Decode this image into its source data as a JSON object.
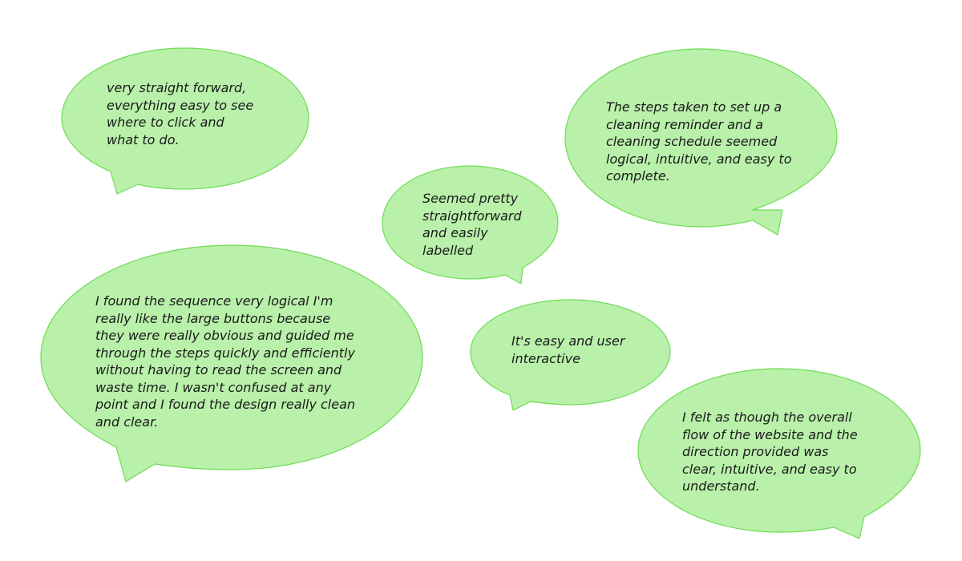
{
  "theme": {
    "bubble_fill": "#b9f0aa",
    "bubble_stroke": "#6edc55",
    "text_color": "#1a1a1a"
  },
  "bubbles": [
    {
      "text": "very straight forward,\neverything easy to see\nwhere to click and\nwhat to do."
    },
    {
      "text": "The steps taken to set up a\ncleaning reminder and a\ncleaning schedule seemed\nlogical, intuitive, and easy to\ncomplete."
    },
    {
      "text": "Seemed pretty\nstraightforward\nand easily\nlabelled"
    },
    {
      "text": "I found the sequence very logical I'm\nreally like the large buttons because\nthey were really obvious and guided me\nthrough the steps quickly and efficiently\nwithout having to read the screen and\nwaste time. I wasn't confused at any\npoint and I found the design really clean\nand clear."
    },
    {
      "text": "It's easy and user\ninteractive"
    },
    {
      "text": "I felt as though the overall\nflow of the website and the\ndirection provided was\nclear, intuitive, and easy to\nunderstand."
    }
  ]
}
